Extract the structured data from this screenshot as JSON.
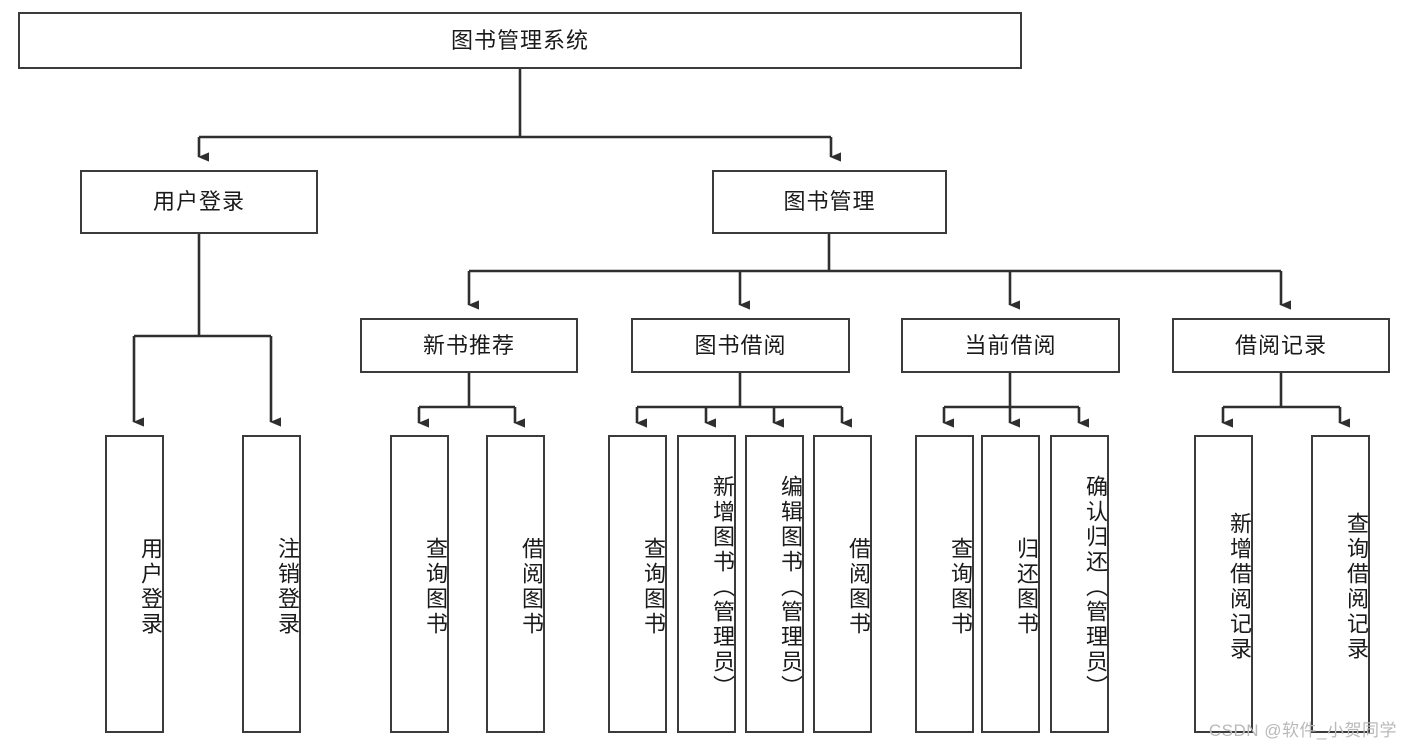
{
  "diagram": {
    "title": "图书管理系统",
    "type": "tree-hierarchy",
    "watermark": "CSDN @软件_小贺同学",
    "colors": {
      "node_border": "#3b3b3b",
      "node_fill": "#ffffff",
      "edge": "#2f2f2f",
      "text": "#1a1a1a",
      "watermark": "#b9b9b9",
      "background": "#ffffff"
    },
    "root": {
      "id": "root",
      "label": "图书管理系统"
    },
    "level2": [
      {
        "id": "user-login",
        "label": "用户登录"
      },
      {
        "id": "book-manage",
        "label": "图书管理"
      }
    ],
    "level3": [
      {
        "id": "new-book-rec",
        "label": "新书推荐"
      },
      {
        "id": "book-borrow",
        "label": "图书借阅"
      },
      {
        "id": "current-borrow",
        "label": "当前借阅"
      },
      {
        "id": "borrow-record",
        "label": "借阅记录"
      }
    ],
    "leaves": {
      "user_login": [
        {
          "id": "leaf-user-login",
          "label": "用户登录"
        },
        {
          "id": "leaf-logout",
          "label": "注销登录"
        }
      ],
      "new_book_rec": [
        {
          "id": "leaf-query-book-1",
          "label": "查询图书"
        },
        {
          "id": "leaf-borrow-book-1",
          "label": "借阅图书"
        }
      ],
      "book_borrow": [
        {
          "id": "leaf-query-book-2",
          "label": "查询图书"
        },
        {
          "id": "leaf-add-book",
          "label": "新增图书（管理员）"
        },
        {
          "id": "leaf-edit-book",
          "label": "编辑图书（管理员）"
        },
        {
          "id": "leaf-borrow-book-2",
          "label": "借阅图书"
        }
      ],
      "current_borrow": [
        {
          "id": "leaf-query-book-3",
          "label": "查询图书"
        },
        {
          "id": "leaf-return-book",
          "label": "归还图书"
        },
        {
          "id": "leaf-confirm-return",
          "label": "确认归还（管理员）"
        }
      ],
      "borrow_record": [
        {
          "id": "leaf-add-record",
          "label": "新增借阅记录"
        },
        {
          "id": "leaf-query-record",
          "label": "查询借阅记录"
        }
      ]
    }
  }
}
